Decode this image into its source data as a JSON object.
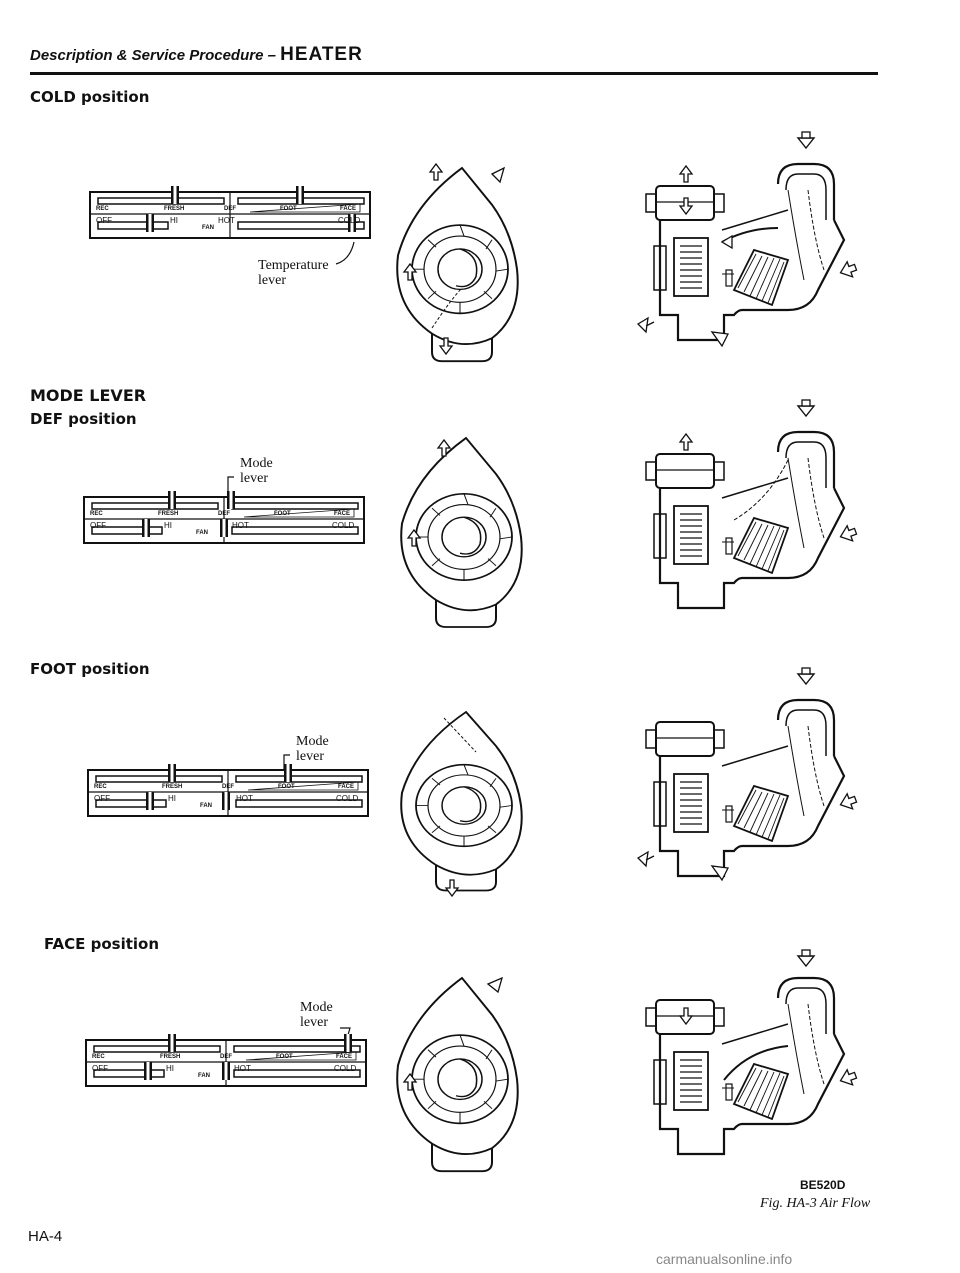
{
  "header": {
    "italic": "Description & Service Procedure –",
    "big": "HEATER"
  },
  "sections": [
    {
      "id": "cold",
      "title": "COLD position",
      "label_lines": [
        "Temperature",
        "lever"
      ]
    },
    {
      "id": "def",
      "title_top": "MODE LEVER",
      "title": "DEF position",
      "label_lines": [
        "Mode",
        "lever"
      ]
    },
    {
      "id": "foot",
      "title": "FOOT position",
      "label_lines": [
        "Mode",
        "lever"
      ]
    },
    {
      "id": "face",
      "title": "FACE position",
      "label_lines": [
        "Mode",
        "lever"
      ]
    }
  ],
  "panel": {
    "top_left": "REC",
    "top_mid": "FRESH",
    "top_def": "DEF",
    "top_foot": "FOOT",
    "top_face": "FACE",
    "off": "OFF",
    "hi": "HI",
    "fan": "FAN",
    "hot": "HOT",
    "cold": "COLD"
  },
  "figure": {
    "code": "BE520D",
    "caption": "Fig. HA-3 Air Flow"
  },
  "page_number": "HA-4",
  "watermark": "carmanualsonline.info"
}
